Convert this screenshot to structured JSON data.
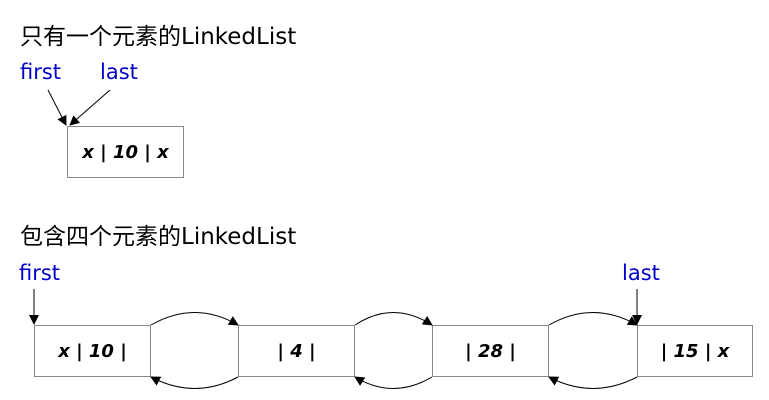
{
  "diagrams": [
    {
      "title": "只有一个元素的LinkedList",
      "first_label": "first",
      "last_label": "last",
      "nodes": [
        "x | 10 | x"
      ]
    },
    {
      "title": "包含四个元素的LinkedList",
      "first_label": "first",
      "last_label": "last",
      "nodes": [
        "x | 10 |",
        "| 4 |",
        "| 28 |",
        "| 15 | x"
      ]
    }
  ]
}
